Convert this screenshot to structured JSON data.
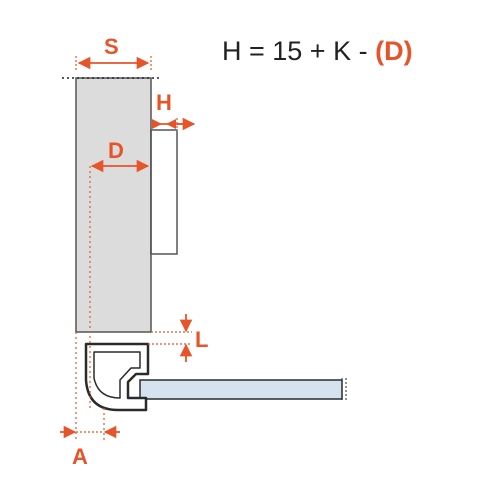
{
  "formula": {
    "lhs": "H = 15 + K - ",
    "rhs": "(D)"
  },
  "labels": {
    "s": "S",
    "h": "H",
    "d": "D",
    "l": "L",
    "a": "A"
  },
  "colors": {
    "accent": "#e8542a",
    "text": "#222222",
    "panel_fill": "#dcdcdc",
    "panel_stroke": "#555555",
    "glass_fill": "#d4e3ef",
    "glass_stroke": "#2b2b2b"
  }
}
